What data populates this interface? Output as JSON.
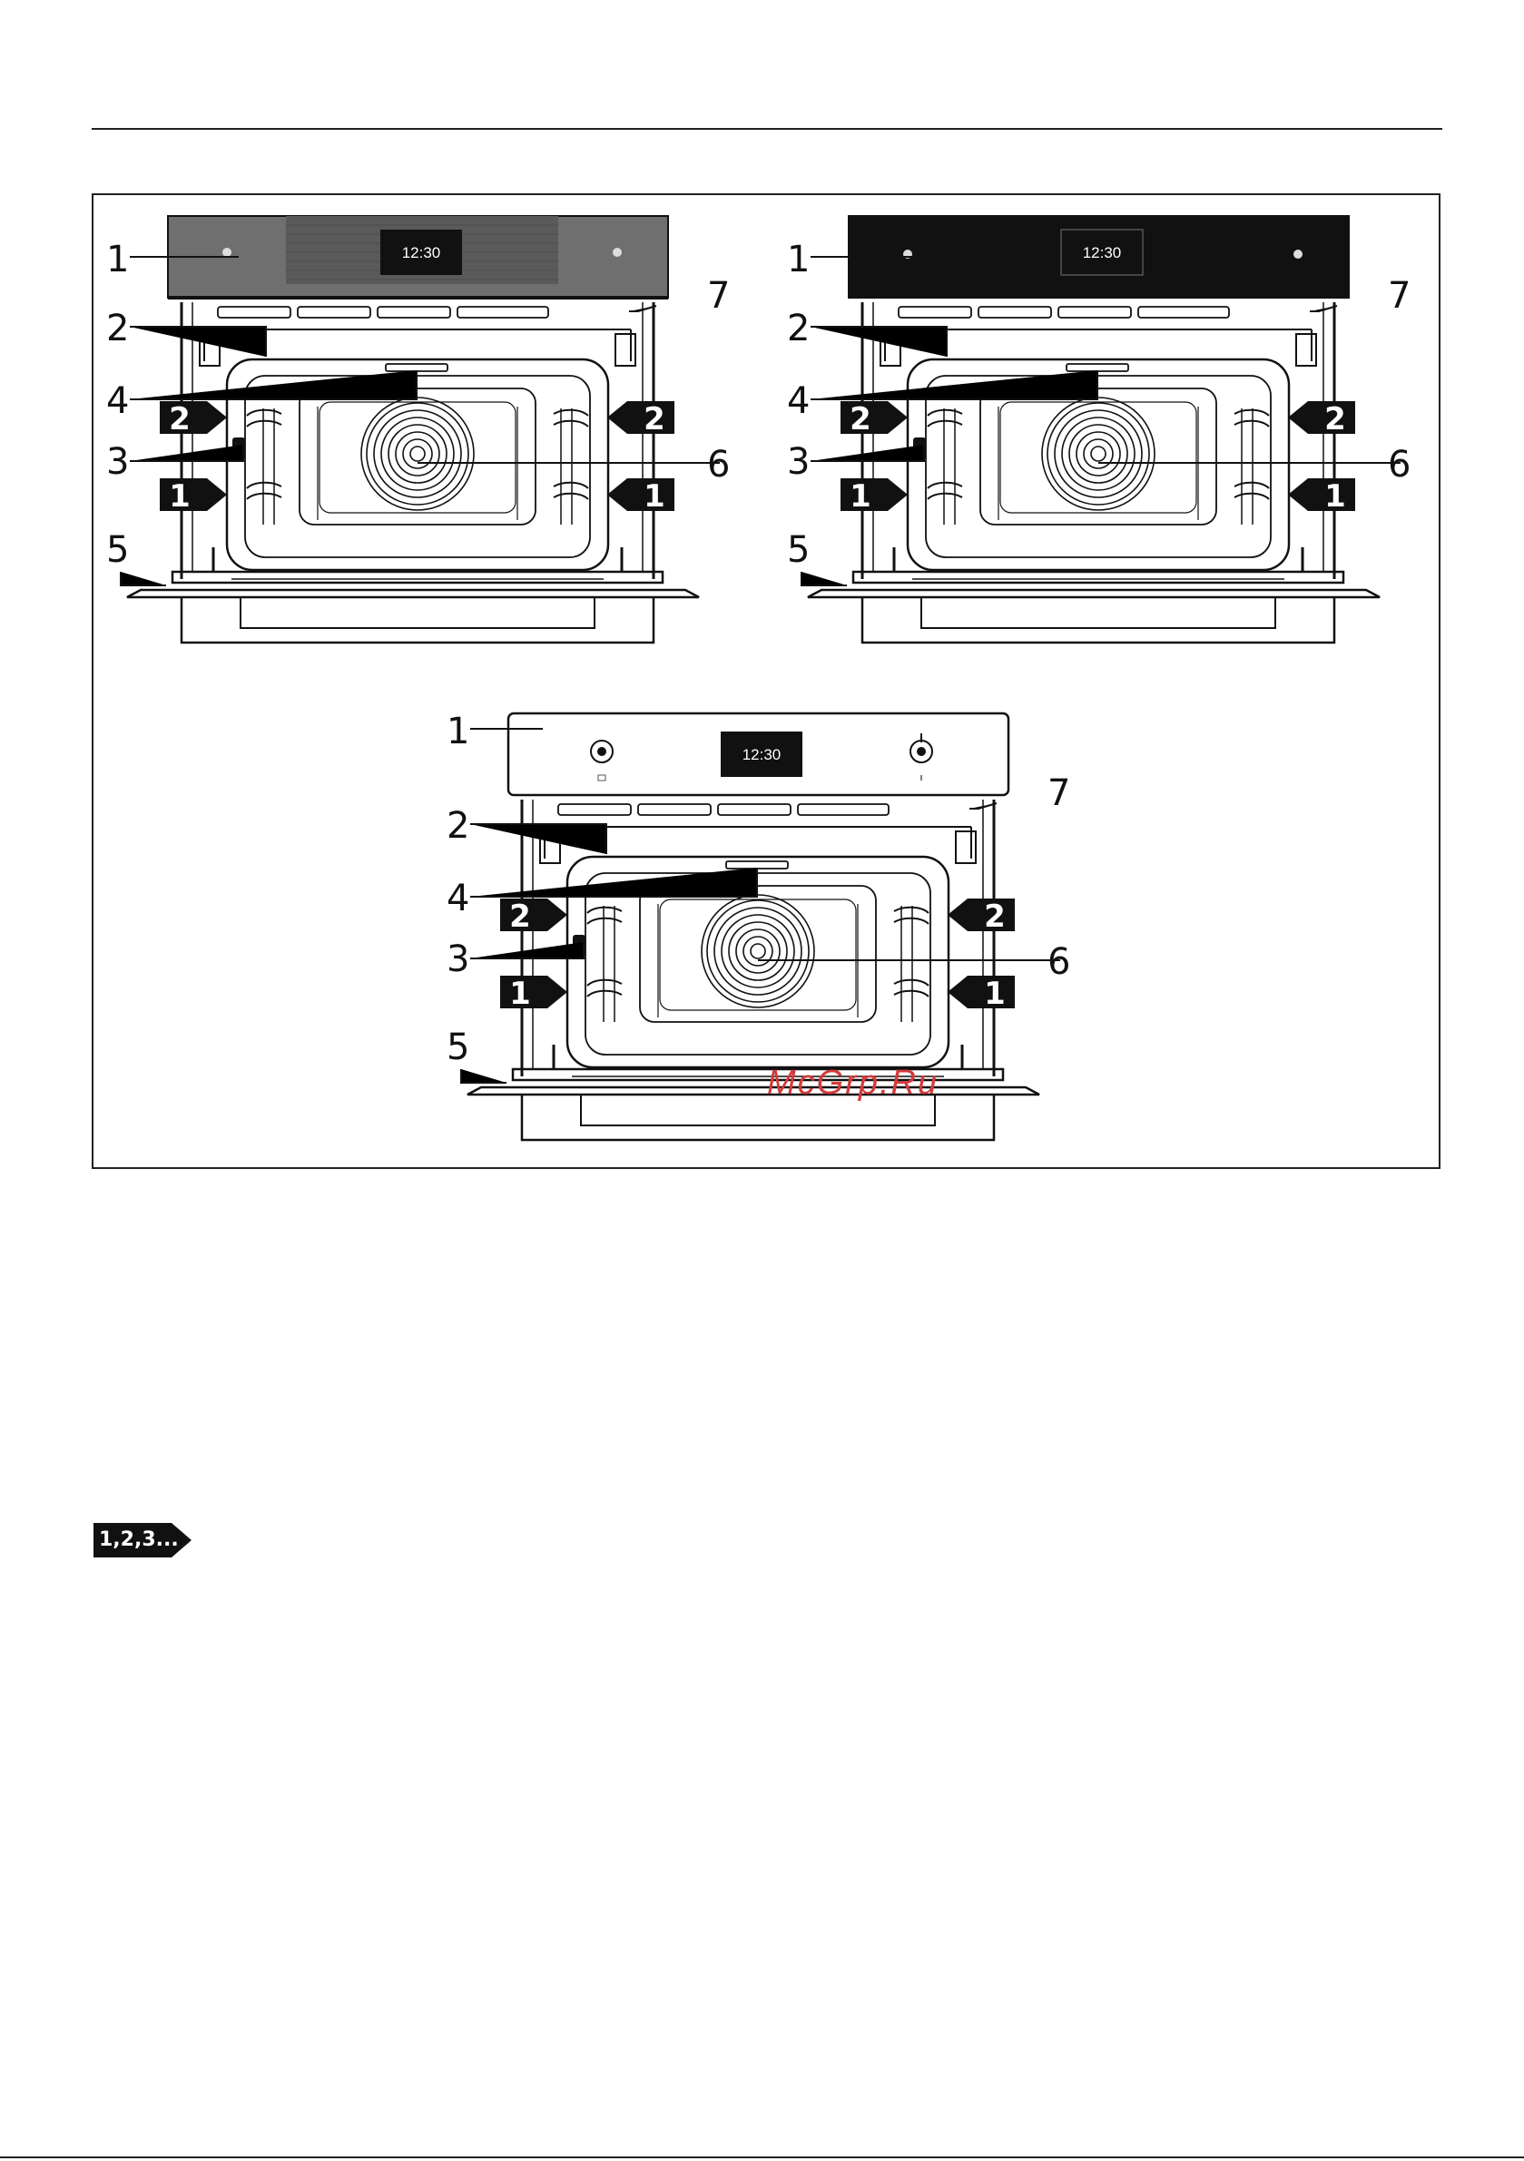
{
  "figure": {
    "variants": [
      {
        "style": "graphite",
        "clock": "12:30",
        "callouts": [
          "1",
          "2",
          "4",
          "3",
          "5",
          "7",
          "6"
        ],
        "shelf_levels": [
          "2",
          "1"
        ]
      },
      {
        "style": "black",
        "clock": "12:30",
        "callouts": [
          "1",
          "2",
          "4",
          "3",
          "5",
          "7",
          "6"
        ],
        "shelf_levels": [
          "2",
          "1"
        ]
      },
      {
        "style": "white-knobs",
        "clock": "12:30",
        "callouts": [
          "1",
          "2",
          "4",
          "3",
          "5",
          "7",
          "6"
        ],
        "shelf_levels": [
          "2",
          "1"
        ]
      }
    ],
    "watermark": "McGrp.Ru"
  },
  "sequence_icon": {
    "label": "1,2,3...",
    "icon": "sequence-arrow-icon"
  },
  "colors": {
    "panel_graphite": "#6f6f6f",
    "panel_black": "#111111",
    "panel_white": "#ffffff",
    "clock_bg": "#111111",
    "watermark": "#d43a3a",
    "line": "#111111"
  }
}
